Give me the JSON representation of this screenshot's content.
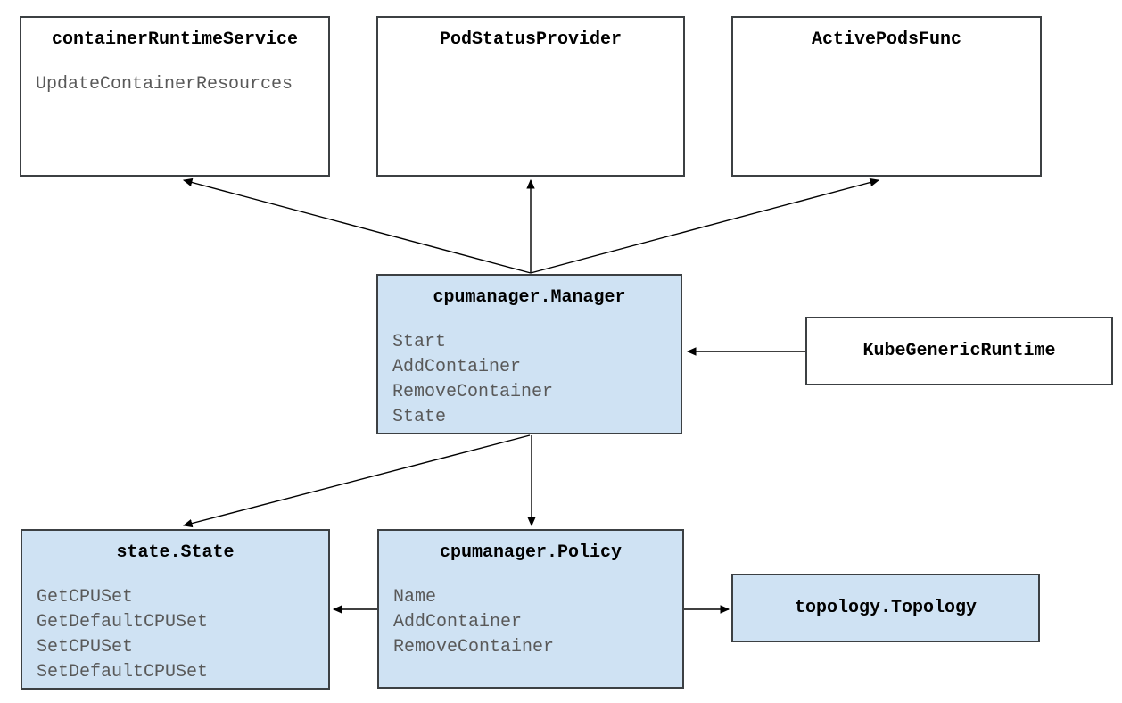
{
  "diagram": {
    "kind": "class-diagram",
    "boxes": {
      "container_runtime_service": {
        "title": "containerRuntimeService",
        "methods": [
          "UpdateContainerResources"
        ],
        "fill": "#ffffff"
      },
      "pod_status_provider": {
        "title": "PodStatusProvider",
        "methods": [],
        "fill": "#ffffff"
      },
      "active_pods_func": {
        "title": "ActivePodsFunc",
        "methods": [],
        "fill": "#ffffff"
      },
      "cpumanager_manager": {
        "title": "cpumanager.Manager",
        "methods": [
          "Start",
          "AddContainer",
          "RemoveContainer",
          "State"
        ],
        "fill": "#cfe2f3"
      },
      "kube_generic_runtime": {
        "title": "KubeGenericRuntime",
        "methods": [],
        "fill": "#ffffff"
      },
      "state_state": {
        "title": "state.State",
        "methods": [
          "GetCPUSet",
          "GetDefaultCPUSet",
          "SetCPUSet",
          "SetDefaultCPUSet"
        ],
        "fill": "#cfe2f3"
      },
      "cpumanager_policy": {
        "title": "cpumanager.Policy",
        "methods": [
          "Name",
          "AddContainer",
          "RemoveContainer"
        ],
        "fill": "#cfe2f3"
      },
      "topology_topology": {
        "title": "topology.Topology",
        "methods": [],
        "fill": "#cfe2f3"
      }
    },
    "edges": [
      {
        "from": "cpumanager.Manager",
        "to": "containerRuntimeService"
      },
      {
        "from": "cpumanager.Manager",
        "to": "PodStatusProvider"
      },
      {
        "from": "cpumanager.Manager",
        "to": "ActivePodsFunc"
      },
      {
        "from": "KubeGenericRuntime",
        "to": "cpumanager.Manager"
      },
      {
        "from": "cpumanager.Manager",
        "to": "state.State"
      },
      {
        "from": "cpumanager.Manager",
        "to": "cpumanager.Policy"
      },
      {
        "from": "cpumanager.Policy",
        "to": "state.State"
      },
      {
        "from": "cpumanager.Policy",
        "to": "topology.Topology"
      }
    ],
    "colors": {
      "highlight_fill": "#cfe2f3",
      "plain_fill": "#ffffff",
      "border": "#3c4043",
      "title_text": "#000000",
      "method_text": "#595959",
      "arrow": "#000000",
      "canvas_bg": "#ffffff"
    }
  }
}
